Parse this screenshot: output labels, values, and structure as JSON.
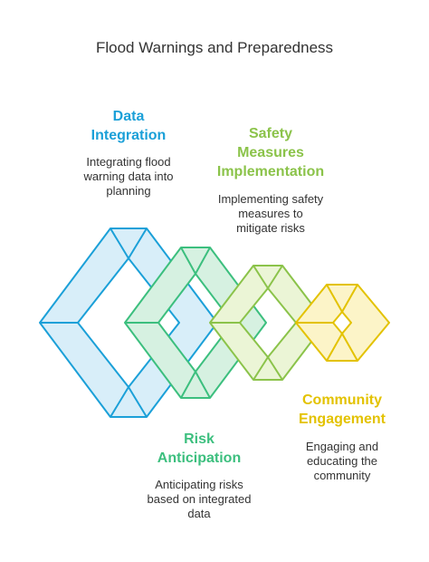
{
  "title": "Flood Warnings and Preparedness",
  "steps": [
    {
      "heading": [
        "Data",
        "Integration"
      ],
      "description": [
        "Integrating flood",
        "warning data into",
        "planning"
      ],
      "color": "#1ba0d8"
    },
    {
      "heading": [
        "Safety",
        "Measures",
        "Implementation"
      ],
      "description": [
        "Implementing safety",
        "measures to",
        "mitigate risks"
      ],
      "color": "#8bc34a"
    },
    {
      "heading": [
        "Risk",
        "Anticipation"
      ],
      "description": [
        "Anticipating risks",
        "based on integrated",
        "data"
      ],
      "color": "#3cbf7e"
    },
    {
      "heading": [
        "Community",
        "Engagement"
      ],
      "description": [
        "Engaging and",
        "educating the",
        "community"
      ],
      "color": "#e3c200"
    }
  ]
}
